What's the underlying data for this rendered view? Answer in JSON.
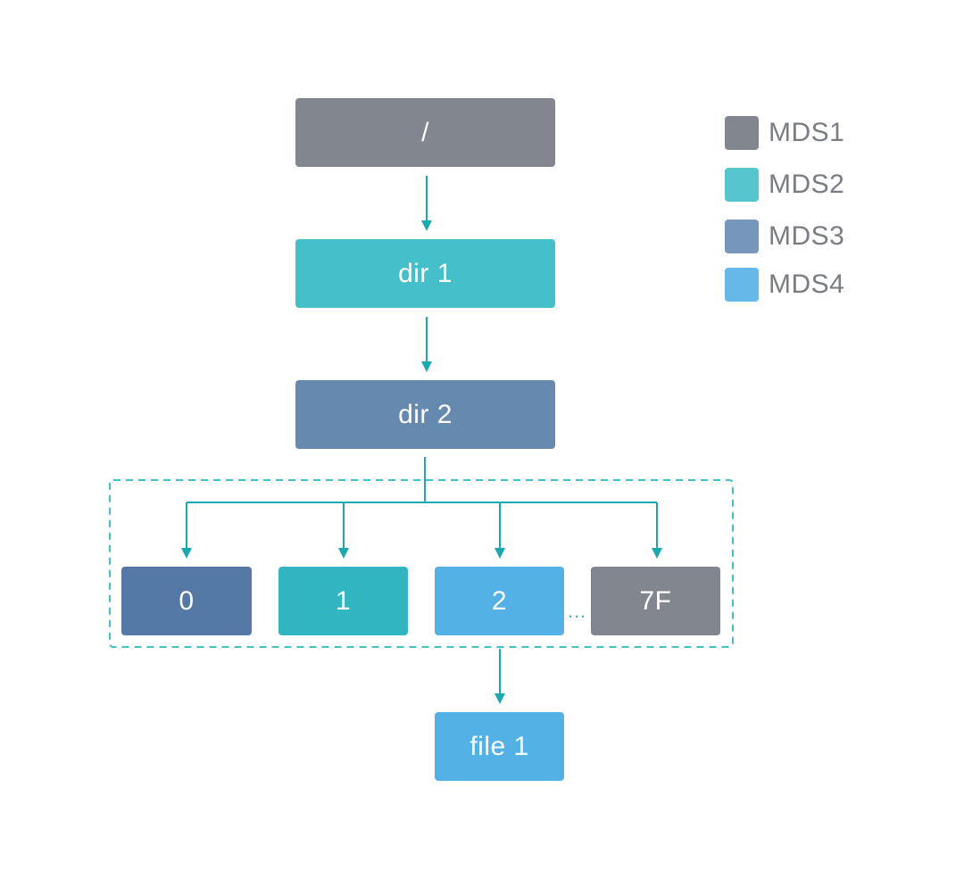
{
  "colors": {
    "mds1": "#82868f",
    "mds2": "#45bfca",
    "mds3": "#6689b0",
    "mds4": "#54b1e6",
    "connector": "#1aa8b3",
    "dashed_border": "#45bfca"
  },
  "nodes": {
    "root": "/",
    "dir1": "dir 1",
    "dir2": "dir 2",
    "shard0": "0",
    "shard1": "1",
    "shard2": "2",
    "shard7f": "7F",
    "file1": "file 1"
  },
  "ellipsis": "…",
  "legend": [
    {
      "label": "MDS1",
      "color": "#82868f"
    },
    {
      "label": "MDS2",
      "color": "#57c5ce"
    },
    {
      "label": "MDS3",
      "color": "#7796bb"
    },
    {
      "label": "MDS4",
      "color": "#66b8e8"
    }
  ]
}
